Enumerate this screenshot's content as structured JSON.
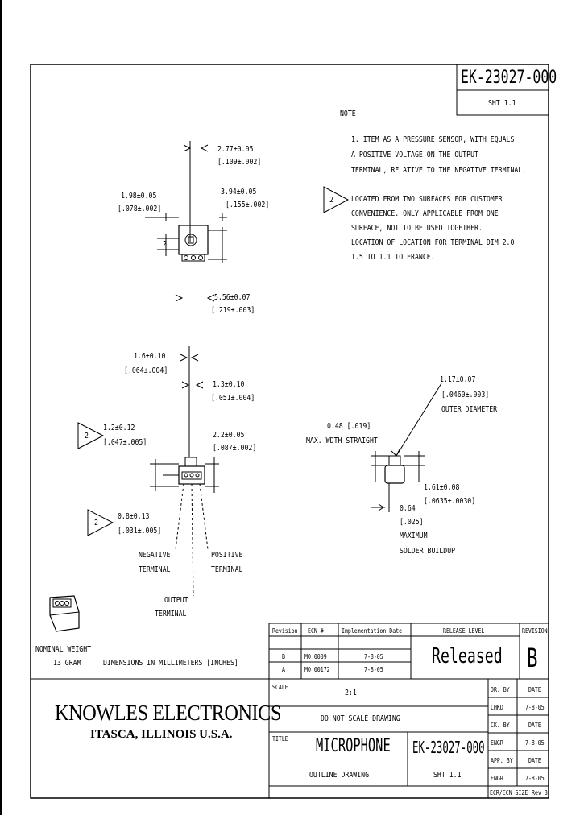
{
  "header": {
    "doc_number": "EK-23027-000",
    "sheet": "SHT 1.1"
  },
  "notes": {
    "title": "NOTE",
    "note1": [
      "1. ITEM AS A PRESSURE SENSOR, WITH EQUALS",
      "   A POSITIVE VOLTAGE ON THE OUTPUT",
      "   TERMINAL, RELATIVE TO THE NEGATIVE TERMINAL."
    ],
    "note2_flag": "2",
    "note2": [
      "LOCATED FROM TWO SURFACES FOR CUSTOMER",
      "CONVENIENCE. ONLY APPLICABLE FROM ONE",
      "SURFACE, NOT TO BE USED TOGETHER.",
      "LOCATION OF LOCATION FOR TERMINAL DIM 2.0",
      "1.5 TO 1.1 TOLERANCE."
    ]
  },
  "top_view": {
    "d1": [
      "2.77±0.05",
      "[.109±.002]"
    ],
    "d2": [
      "1.98±0.05",
      "[.078±.002]"
    ],
    "d3": [
      "3.94±0.05",
      "[.155±.002]"
    ],
    "d4": [
      "5.56±0.07",
      "[.219±.003]"
    ],
    "flag": "2"
  },
  "front_view": {
    "d1": [
      "1.6±0.10",
      "[.064±.004]"
    ],
    "d2": [
      "1.3±0.10",
      "[.051±.004]"
    ],
    "d3": [
      "1.2±0.12",
      "[.047±.005]"
    ],
    "d4": [
      "2.2±0.05",
      "[.087±.002]"
    ],
    "d5": [
      "0.8±0.13",
      "[.031±.005]"
    ],
    "flag1": "2",
    "flag2": "2",
    "neg_terminal": [
      "NEGATIVE",
      "TERMINAL"
    ],
    "pos_terminal": [
      "POSITIVE",
      "TERMINAL"
    ],
    "out_terminal": [
      "OUTPUT",
      "TERMINAL"
    ]
  },
  "side_view": {
    "d1": [
      "1.17±0.07",
      "[.0460±.003]",
      "OUTER DIAMETER"
    ],
    "d2": [
      "0.48 [.019]",
      "MAX. WDTH STRAIGHT"
    ],
    "d3": [
      "1.61±0.08",
      "[.0635±.0030]"
    ],
    "d4": [
      "0.64",
      "[.025]",
      "MAXIMUM",
      "SOLDER BUILDUP"
    ]
  },
  "weight": {
    "label": "NOMINAL WEIGHT",
    "value": "13 GRAM",
    "dims_note": "DIMENSIONS IN MILLIMETERS [INCHES]"
  },
  "revision_table": {
    "headers": [
      "Revision",
      "ECN #",
      "Implementation Date"
    ],
    "rows": [
      [
        "B",
        "MO 0009",
        "7-8-05"
      ],
      [
        "A",
        "MO 00172",
        "7-8-05"
      ]
    ],
    "release_label": "RELEASE LEVEL",
    "release_value": "Released",
    "revision_label": "REVISION",
    "revision_value": "B"
  },
  "title_block": {
    "company": "KNOWLES ELECTRONICS",
    "location": "ITASCA, ILLINOIS U.S.A.",
    "scale_label": "SCALE",
    "scale": "2:1",
    "do_not_scale": "DO NOT SCALE DRAWING",
    "title_label": "TITLE",
    "title": "MICROPHONE",
    "subtitle": "OUTLINE DRAWING",
    "doc_number": "EK-23027-000",
    "sheet": "SHT 1.1",
    "footer_left": "ECR/ECN SIZE",
    "footer_right": "Rev B",
    "sign": [
      {
        "role": "DR. BY",
        "date": "DATE"
      },
      {
        "role": "CHKD",
        "date": "7-8-05"
      },
      {
        "role": "CK. BY",
        "date": "DATE"
      },
      {
        "role": "ENGR",
        "date": "7-8-05"
      },
      {
        "role": "APP. BY",
        "date": "DATE"
      },
      {
        "role": "ENGR",
        "date": "7-8-05"
      }
    ]
  }
}
